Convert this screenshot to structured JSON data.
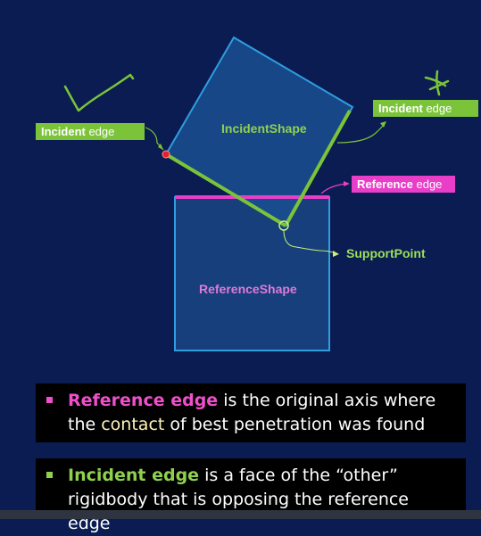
{
  "labels": {
    "incident_edge_left": {
      "bold": "Incident",
      "rest": " edge"
    },
    "incident_edge_right": {
      "bold": "Incident",
      "rest": " edge"
    },
    "reference_edge": {
      "bold": "Reference",
      "rest": " edge"
    },
    "incident_shape": "IncidentShape",
    "reference_shape": "ReferenceShape",
    "support_point": "SupportPoint"
  },
  "bullets": [
    {
      "highlight": "Reference edge",
      "text_1": " is the original axis where the ",
      "emphasis": "contact",
      "text_2": " of best penetration was found"
    },
    {
      "highlight": "Incident edge",
      "text_1": " is a face of the “other” rigidbody that is opposing the reference edge"
    }
  ],
  "colors": {
    "background": "#0b1c52",
    "shape_border": "#2f9ee0",
    "incident_green": "#7bc43a",
    "reference_pink": "#e83ec8",
    "contact_point": "#e8202a"
  }
}
